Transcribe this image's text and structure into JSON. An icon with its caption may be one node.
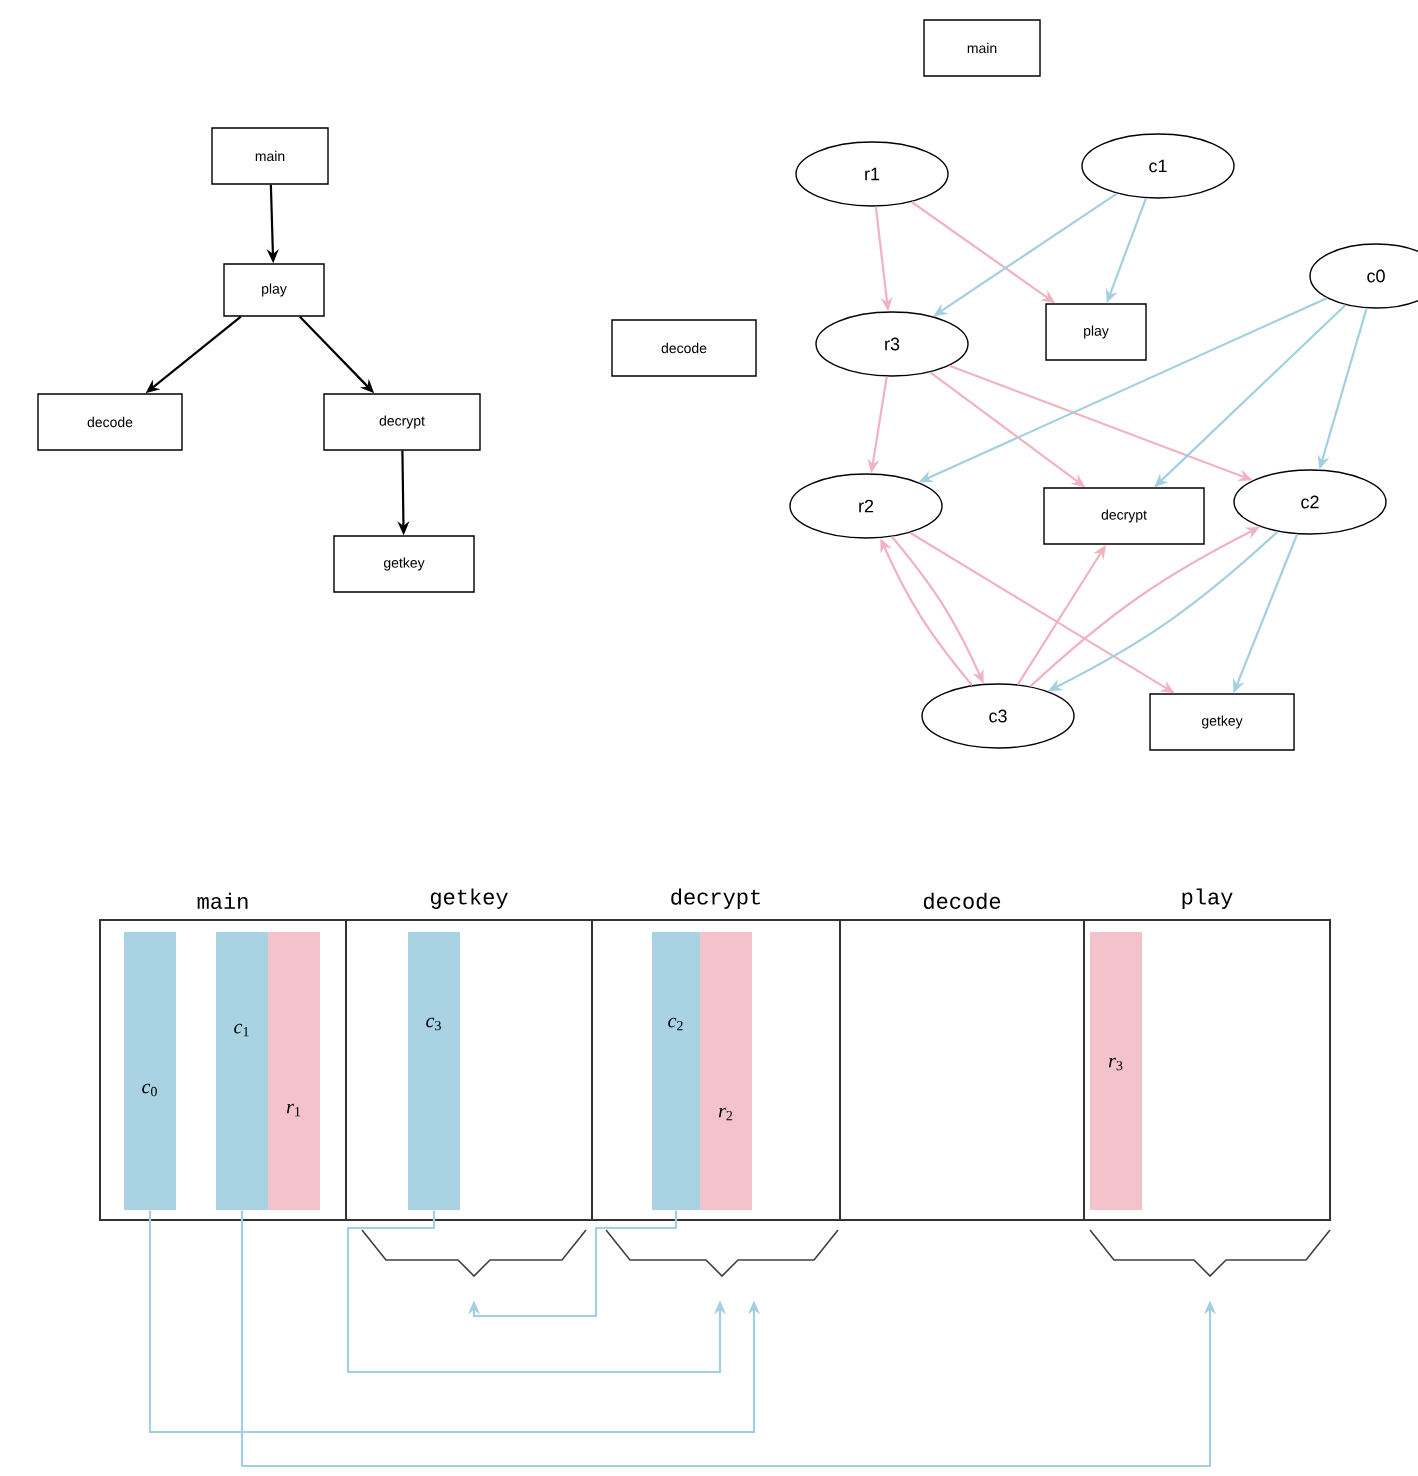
{
  "diagram": {
    "nodes": [
      {
        "text": [
          "main"
        ]
      },
      {
        "text": [
          "play"
        ]
      },
      {
        "text": [
          "decode"
        ]
      },
      {
        "text": [
          "decrypt"
        ]
      },
      {
        "text": [
          "getkey"
        ]
      },
      {
        "text": [
          "main"
        ]
      },
      {
        "text": [
          "r1"
        ]
      },
      {
        "text": [
          "c1"
        ]
      },
      {
        "text": [
          "decode"
        ]
      },
      {
        "text": [
          "r3"
        ]
      },
      {
        "text": [
          "play"
        ]
      },
      {
        "text": [
          "c0"
        ]
      },
      {
        "text": [
          "r2"
        ]
      },
      {
        "text": [
          "decrypt"
        ]
      },
      {
        "text": [
          "c2"
        ]
      },
      {
        "text": [
          "c3"
        ]
      },
      {
        "text": [
          "getkey"
        ]
      },
      {
        "text": [
          "main"
        ]
      },
      {
        "text": [
          "getkey"
        ]
      },
      {
        "text": [
          "decrypt"
        ]
      },
      {
        "text": [
          "decode"
        ]
      },
      {
        "text": [
          "play"
        ]
      },
      {
        "text": [
          "*c*$_{0}$"
        ],
        "in": 17
      },
      {
        "text": [
          "*c*$_{1}$"
        ],
        "in": 17
      },
      {
        "text": [
          "*r*$_{1}$"
        ],
        "in": 17
      },
      {
        "text": [
          "*c*$_{3}$"
        ],
        "in": 18
      },
      {
        "text": [
          "*c*$_{2}$"
        ],
        "in": 19
      },
      {
        "text": [
          "*r*$_{2}$"
        ],
        "in": 19
      },
      {
        "text": [
          "*r*$_{3}$"
        ],
        "in": 21
      },
      {
        "text": [],
        "shape": "brace"
      },
      {
        "text": [],
        "shape": "brace"
      },
      {
        "text": [],
        "shape": "brace"
      }
    ],
    "edges": [
      {
        "from": 0,
        "to": 1,
        "arrow": "to",
        "color": "#000000"
      },
      {
        "from": 1,
        "to": 2,
        "arrow": "to",
        "color": "#000000"
      },
      {
        "from": 1,
        "to": 3,
        "arrow": "to",
        "color": "#000000"
      },
      {
        "from": 3,
        "to": 4,
        "arrow": "to",
        "color": "#000000"
      },
      {
        "from": 6,
        "to": 9,
        "arrow": "to",
        "color": "#f0b3bf"
      },
      {
        "from": 6,
        "to": 10,
        "arrow": "to",
        "color": "#f0b3bf"
      },
      {
        "from": 9,
        "to": 12,
        "arrow": "to",
        "color": "#f0b3bf"
      },
      {
        "from": 9,
        "to": 13,
        "arrow": "to",
        "color": "#f0b3bf"
      },
      {
        "from": 9,
        "to": 14,
        "arrow": "to",
        "color": "#f0b3bf"
      },
      {
        "from": 12,
        "to": 15,
        "arrow": "to",
        "color": "#f0b3bf"
      },
      {
        "from": 15,
        "to": 12,
        "arrow": "to",
        "color": "#f0b3bf"
      },
      {
        "from": 12,
        "to": 16,
        "arrow": "to",
        "color": "#f0b3bf"
      },
      {
        "from": 15,
        "to": 13,
        "arrow": "to",
        "color": "#f0b3bf"
      },
      {
        "from": 15,
        "to": 14,
        "arrow": "to",
        "color": "#f0b3bf"
      },
      {
        "from": 7,
        "to": 9,
        "arrow": "to",
        "color": "#a3cfe0"
      },
      {
        "from": 7,
        "to": 10,
        "arrow": "to",
        "color": "#a3cfe0"
      },
      {
        "from": 11,
        "to": 12,
        "arrow": "to",
        "color": "#a3cfe0"
      },
      {
        "from": 11,
        "to": 13,
        "arrow": "to",
        "color": "#a3cfe0"
      },
      {
        "from": 11,
        "to": 14,
        "arrow": "to",
        "color": "#a3cfe0"
      },
      {
        "from": 14,
        "to": 15,
        "arrow": "to",
        "color": "#a3cfe0"
      },
      {
        "from": 14,
        "to": 16,
        "arrow": "to",
        "color": "#a3cfe0"
      },
      {
        "from": 22,
        "to": 30,
        "arrow": "to",
        "color": "#a3cfe0"
      },
      {
        "from": 23,
        "to": 31,
        "arrow": "to",
        "color": "#a3cfe0"
      },
      {
        "from": 25,
        "to": 30,
        "arrow": "to",
        "color": "#a3cfe0"
      },
      {
        "from": 26,
        "to": 29,
        "arrow": "to",
        "color": "#a3cfe0"
      }
    ]
  }
}
